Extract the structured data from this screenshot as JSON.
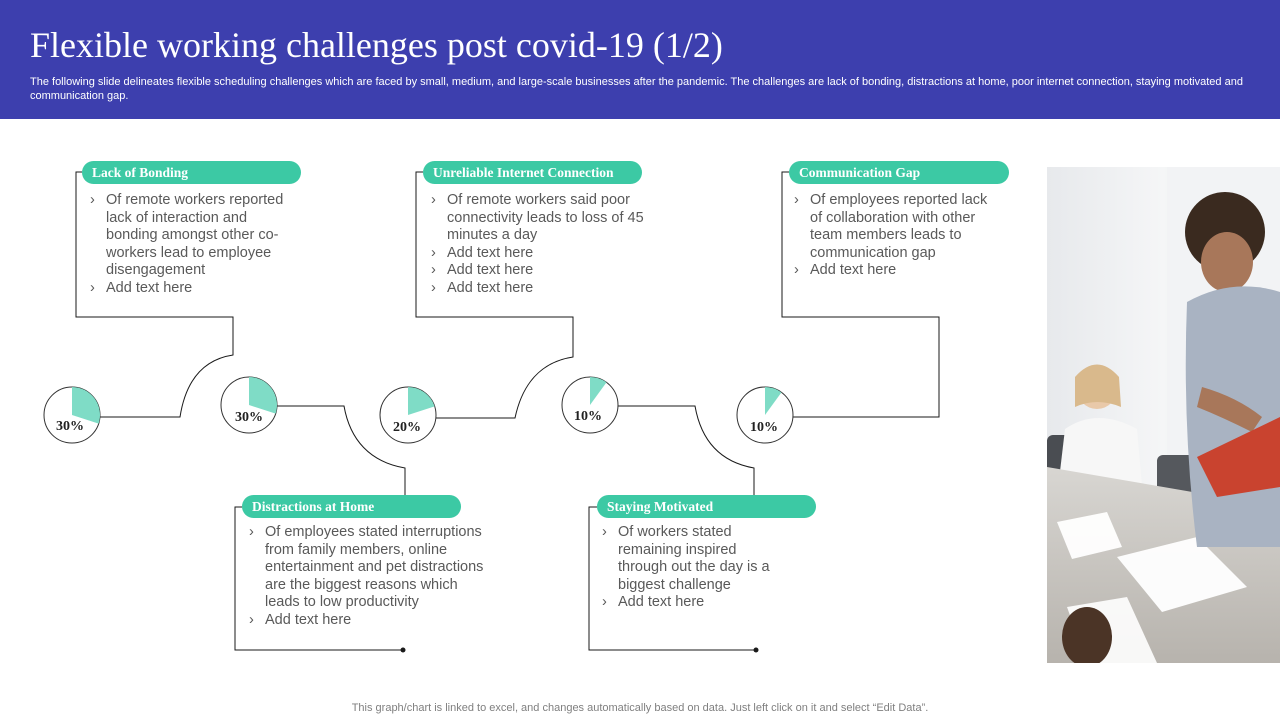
{
  "header": {
    "title": "Flexible working challenges post covid-19 (1/2)",
    "subtitle": "The following slide delineates flexible scheduling challenges which are faced by small, medium, and large-scale businesses after the pandemic. The challenges are lack of bonding, distractions at home, poor internet connection, staying motivated and communication gap."
  },
  "colors": {
    "header_bg": "#3d3fae",
    "accent": "#3cc9a4",
    "pie_fill": "#7fdcc6"
  },
  "challenges": [
    {
      "title": "Lack of Bonding",
      "percent_label": "30%",
      "percent": 30,
      "bullets": [
        "Of remote workers reported lack of interaction and bonding amongst other co-workers lead to employee disengagement",
        "Add text here"
      ]
    },
    {
      "title": "Distractions at Home",
      "percent_label": "30%",
      "percent": 30,
      "bullets": [
        "Of employees stated interruptions from family members, online entertainment and pet distractions are the biggest reasons which leads to low productivity",
        "Add text here"
      ]
    },
    {
      "title": "Unreliable Internet Connection",
      "percent_label": "20%",
      "percent": 20,
      "bullets": [
        "Of remote workers said poor connectivity leads to loss of 45 minutes a day",
        "Add text here",
        "Add text here",
        "Add text here"
      ]
    },
    {
      "title": "Staying Motivated",
      "percent_label": "10%",
      "percent": 10,
      "bullets": [
        "Of workers stated remaining inspired through out the day is a biggest challenge",
        "Add text here"
      ]
    },
    {
      "title": "Communication Gap",
      "percent_label": "10%",
      "percent": 10,
      "bullets": [
        "Of employees reported lack of collaboration with other team members leads to communication gap",
        "Add text here"
      ]
    }
  ],
  "footer": {
    "note": "This graph/chart is linked to excel,  and changes automatically based on data. Just left click on it and select “Edit Data”."
  }
}
